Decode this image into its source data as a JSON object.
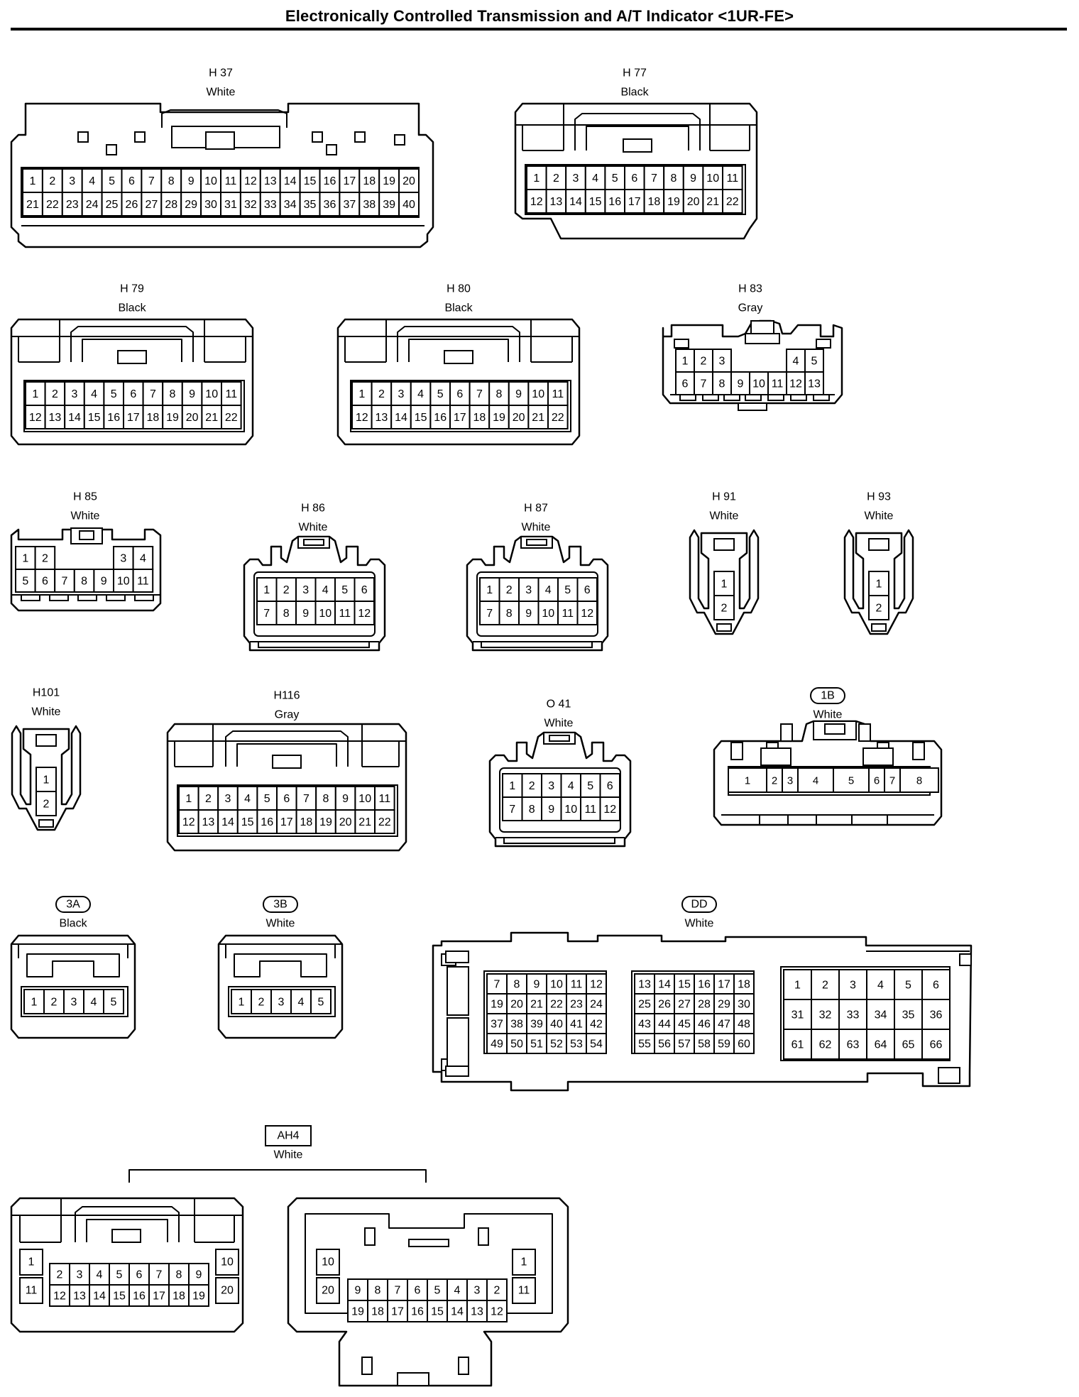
{
  "title": "Electronically Controlled Transmission and A/T Indicator <1UR-FE>",
  "connectors": [
    {
      "id": "H 37",
      "color": "White",
      "pins": [
        [
          "1",
          "2",
          "3",
          "4",
          "5",
          "6",
          "7",
          "8",
          "9",
          "10",
          "11",
          "12",
          "13",
          "14",
          "15",
          "16",
          "17",
          "18",
          "19",
          "20"
        ],
        [
          "21",
          "22",
          "23",
          "24",
          "25",
          "26",
          "27",
          "28",
          "29",
          "30",
          "31",
          "32",
          "33",
          "34",
          "35",
          "36",
          "37",
          "38",
          "39",
          "40"
        ]
      ]
    },
    {
      "id": "H 77",
      "color": "Black",
      "pins": [
        [
          "1",
          "2",
          "3",
          "4",
          "5",
          "6",
          "7",
          "8",
          "9",
          "10",
          "11"
        ],
        [
          "12",
          "13",
          "14",
          "15",
          "16",
          "17",
          "18",
          "19",
          "20",
          "21",
          "22"
        ]
      ]
    },
    {
      "id": "H 79",
      "color": "Black",
      "pins": [
        [
          "1",
          "2",
          "3",
          "4",
          "5",
          "6",
          "7",
          "8",
          "9",
          "10",
          "11"
        ],
        [
          "12",
          "13",
          "14",
          "15",
          "16",
          "17",
          "18",
          "19",
          "20",
          "21",
          "22"
        ]
      ]
    },
    {
      "id": "H 80",
      "color": "Black",
      "pins": [
        [
          "1",
          "2",
          "3",
          "4",
          "5",
          "6",
          "7",
          "8",
          "9",
          "10",
          "11"
        ],
        [
          "12",
          "13",
          "14",
          "15",
          "16",
          "17",
          "18",
          "19",
          "20",
          "21",
          "22"
        ]
      ]
    },
    {
      "id": "H 83",
      "color": "Gray",
      "pins": [
        [
          "1",
          "2",
          "3",
          "",
          "",
          "",
          "4",
          "5"
        ],
        [
          "6",
          "7",
          "8",
          "9",
          "10",
          "11",
          "12",
          "13"
        ]
      ]
    },
    {
      "id": "H 85",
      "color": "White",
      "pins": [
        [
          "1",
          "2",
          "",
          "",
          "",
          "3",
          "4"
        ],
        [
          "5",
          "6",
          "7",
          "8",
          "9",
          "10",
          "11"
        ]
      ]
    },
    {
      "id": "H 86",
      "color": "White",
      "pins": [
        [
          "1",
          "2",
          "3",
          "4",
          "5",
          "6"
        ],
        [
          "7",
          "8",
          "9",
          "10",
          "11",
          "12"
        ]
      ]
    },
    {
      "id": "H 87",
      "color": "White",
      "pins": [
        [
          "1",
          "2",
          "3",
          "4",
          "5",
          "6"
        ],
        [
          "7",
          "8",
          "9",
          "10",
          "11",
          "12"
        ]
      ]
    },
    {
      "id": "H 91",
      "color": "White",
      "pins": [
        [
          "1"
        ],
        [
          "2"
        ]
      ]
    },
    {
      "id": "H 93",
      "color": "White",
      "pins": [
        [
          "1"
        ],
        [
          "2"
        ]
      ]
    },
    {
      "id": "H101",
      "color": "White",
      "pins": [
        [
          "1"
        ],
        [
          "2"
        ]
      ]
    },
    {
      "id": "H116",
      "color": "Gray",
      "pins": [
        [
          "1",
          "2",
          "3",
          "4",
          "5",
          "6",
          "7",
          "8",
          "9",
          "10",
          "11"
        ],
        [
          "12",
          "13",
          "14",
          "15",
          "16",
          "17",
          "18",
          "19",
          "20",
          "21",
          "22"
        ]
      ]
    },
    {
      "id": "O 41",
      "color": "White",
      "pins": [
        [
          "1",
          "2",
          "3",
          "4",
          "5",
          "6"
        ],
        [
          "7",
          "8",
          "9",
          "10",
          "11",
          "12"
        ]
      ]
    },
    {
      "id": "1B",
      "color": "White",
      "pins": [
        [
          "1",
          "2",
          "3",
          "4",
          "5",
          "6",
          "7",
          "8"
        ]
      ]
    },
    {
      "id": "3A",
      "color": "Black",
      "pins": [
        [
          "1",
          "2",
          "3",
          "4",
          "5"
        ]
      ]
    },
    {
      "id": "3B",
      "color": "White",
      "pins": [
        [
          "1",
          "2",
          "3",
          "4",
          "5"
        ]
      ]
    },
    {
      "id": "DD",
      "color": "White",
      "pins": {
        "left": [
          [
            "7",
            "8",
            "9",
            "10",
            "11",
            "12"
          ],
          [
            "19",
            "20",
            "21",
            "22",
            "23",
            "24"
          ],
          [
            "37",
            "38",
            "39",
            "40",
            "41",
            "42"
          ],
          [
            "49",
            "50",
            "51",
            "52",
            "53",
            "54"
          ]
        ],
        "middle": [
          [
            "13",
            "14",
            "15",
            "16",
            "17",
            "18"
          ],
          [
            "25",
            "26",
            "27",
            "28",
            "29",
            "30"
          ],
          [
            "43",
            "44",
            "45",
            "46",
            "47",
            "48"
          ],
          [
            "55",
            "56",
            "57",
            "58",
            "59",
            "60"
          ]
        ],
        "right": [
          [
            "1",
            "2",
            "3",
            "4",
            "5",
            "6"
          ],
          [
            "31",
            "32",
            "33",
            "34",
            "35",
            "36"
          ],
          [
            "61",
            "62",
            "63",
            "64",
            "65",
            "66"
          ]
        ]
      }
    },
    {
      "id": "AH4",
      "color": "White",
      "pins": {
        "left": {
          "side_l": [
            "1",
            "11"
          ],
          "side_r": [
            "10",
            "20"
          ],
          "center": [
            [
              "2",
              "3",
              "4",
              "5",
              "6",
              "7",
              "8",
              "9"
            ],
            [
              "12",
              "13",
              "14",
              "15",
              "16",
              "17",
              "18",
              "19"
            ]
          ]
        },
        "right": {
          "side_l": [
            "10",
            "20"
          ],
          "side_r": [
            "1",
            "11"
          ],
          "center": [
            [
              "9",
              "8",
              "7",
              "6",
              "5",
              "4",
              "3",
              "2"
            ],
            [
              "19",
              "18",
              "17",
              "16",
              "15",
              "14",
              "13",
              "12"
            ]
          ]
        }
      }
    }
  ]
}
